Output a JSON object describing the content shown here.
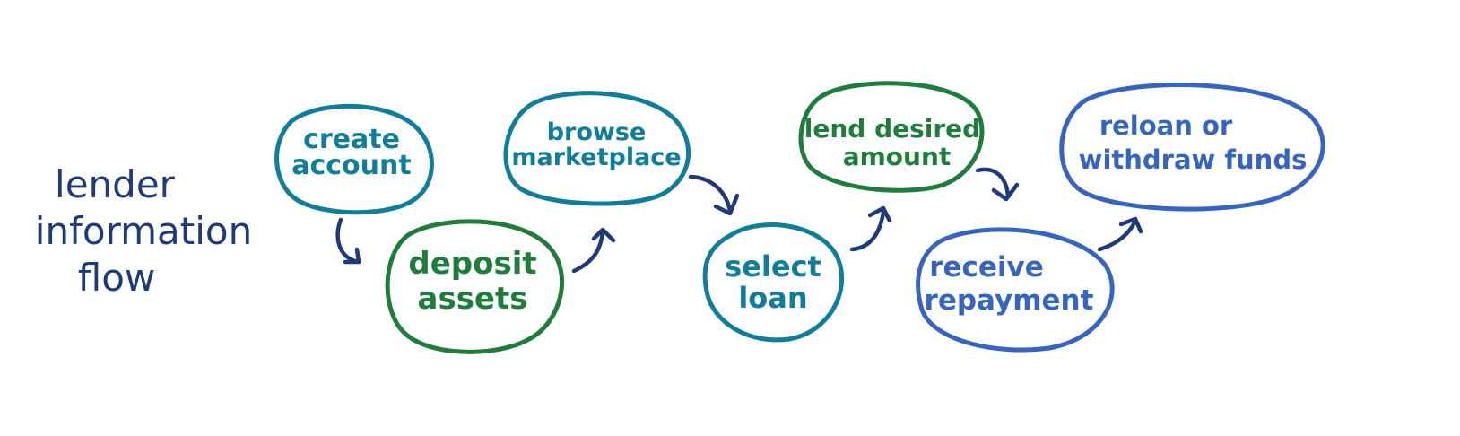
{
  "title": {
    "lines": [
      "lender",
      "information",
      "flow"
    ],
    "color": "#1f3a7a"
  },
  "colors": {
    "teal": "#0f7e9b",
    "green": "#1e7d3a",
    "blue": "#3565c0",
    "arrow": "#1f3a7a"
  },
  "steps": [
    {
      "id": "create-account",
      "lines": [
        "create",
        "account"
      ],
      "color": "#0f7e9b"
    },
    {
      "id": "deposit-assets",
      "lines": [
        "deposit",
        "assets"
      ],
      "color": "#1e7d3a"
    },
    {
      "id": "browse-marketplace",
      "lines": [
        "browse",
        "marketplace"
      ],
      "color": "#0f7e9b"
    },
    {
      "id": "select-loan",
      "lines": [
        "select",
        "loan"
      ],
      "color": "#0f7e9b"
    },
    {
      "id": "lend-desired-amount",
      "lines": [
        "lend desired",
        "amount"
      ],
      "color": "#1e7d3a"
    },
    {
      "id": "receive-repayment",
      "lines": [
        "receive",
        "repayment"
      ],
      "color": "#3565c0"
    },
    {
      "id": "reloan-or-withdraw-funds",
      "lines": [
        "reloan or",
        "withdraw funds"
      ],
      "color": "#3565c0"
    }
  ]
}
